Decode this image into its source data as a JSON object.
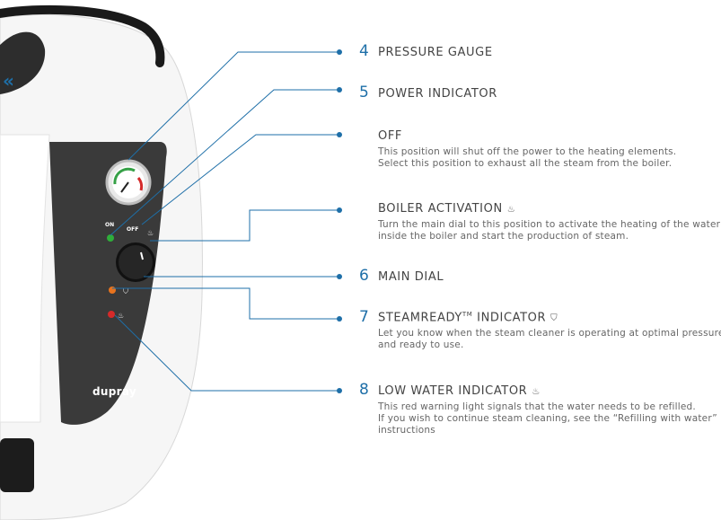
{
  "colors": {
    "accent": "#1e6fa8",
    "panel": "#3a3a3a",
    "body": "#f7f7f7",
    "green": "#2fae3a",
    "orange": "#e8731e",
    "red": "#d42a2a"
  },
  "device": {
    "brand": "dupray",
    "on_label": "ON",
    "off_label": "OFF",
    "back_icon": "double-chevron-left-icon"
  },
  "callouts": [
    {
      "number": "4",
      "title": "PRESSURE GAUGE",
      "lines": []
    },
    {
      "number": "5",
      "title": "POWER INDICATOR",
      "lines": []
    },
    {
      "number": "",
      "title": "OFF",
      "lines": [
        "This position will shut off the power to the heating elements.",
        "Select this position to exhaust all the steam from the boiler."
      ]
    },
    {
      "number": "",
      "title": "BOILER ACTIVATION",
      "icon": "heat-waves-icon",
      "lines": [
        "Turn the main dial to this position to activate the heating of the water",
        "inside the boiler and start the production of steam."
      ]
    },
    {
      "number": "6",
      "title": "MAIN DIAL",
      "lines": []
    },
    {
      "number": "7",
      "title": "STEAMREADY",
      "title_sup": "TM",
      "title_rest": " INDICATOR",
      "icon": "steam-drop-icon",
      "lines": [
        "Let you know when the steam cleaner is operating at optimal pressure",
        "and ready to use."
      ]
    },
    {
      "number": "8",
      "title": "LOW WATER INDICATOR",
      "icon": "low-water-icon",
      "lines": [
        "This red warning light signals that the water needs to be refilled.",
        "If you wish to continue steam cleaning, see the “Refilling with water”",
        "instructions"
      ]
    }
  ]
}
